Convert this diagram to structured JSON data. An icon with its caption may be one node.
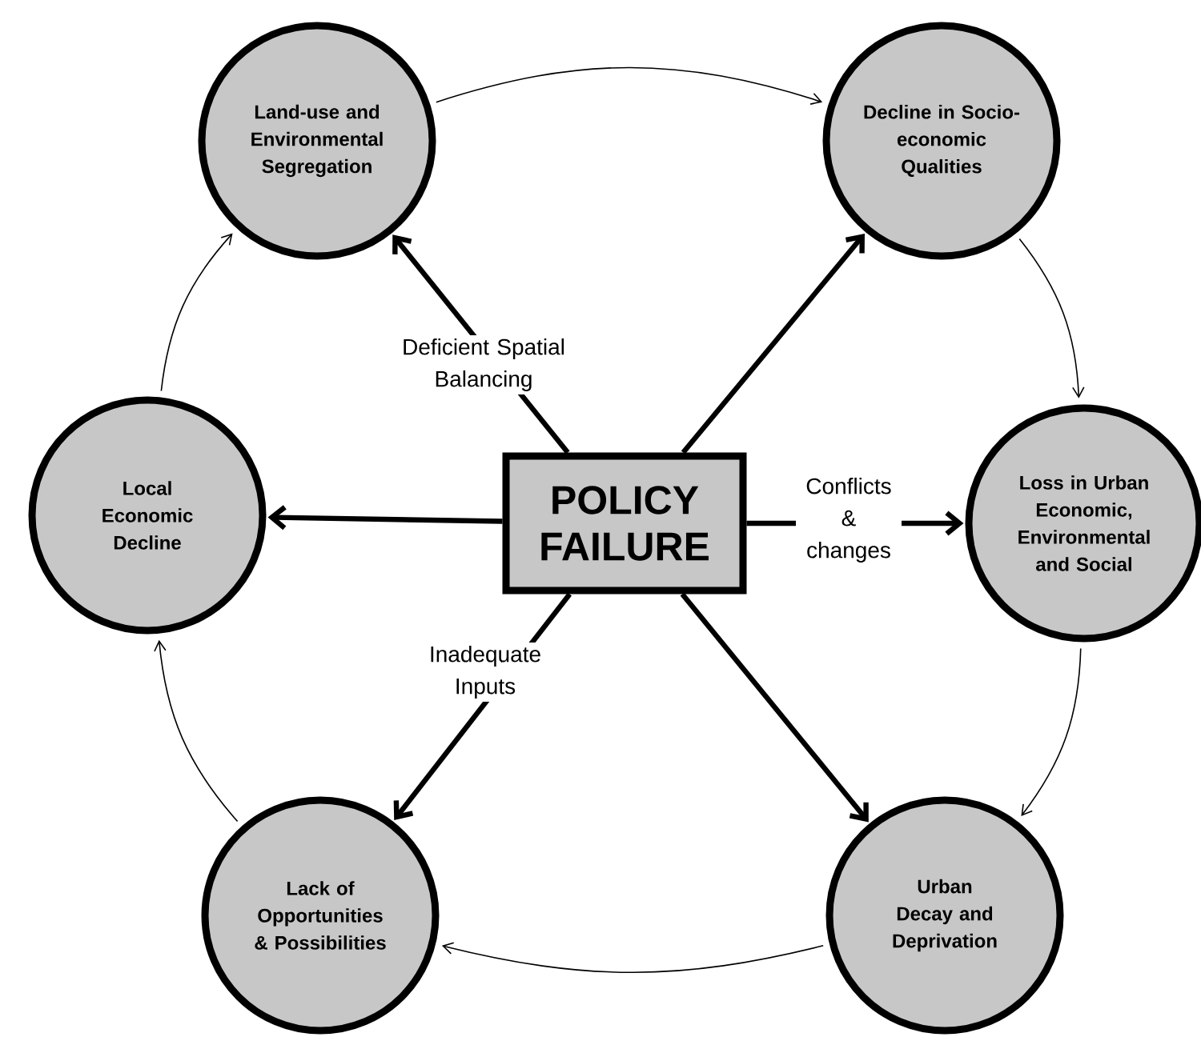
{
  "diagram": {
    "nodes": [
      {
        "text": [
          "Land-use and Environmental Segregation"
        ]
      },
      {
        "text": [
          "Decline in Socio-economic Qualities"
        ]
      },
      {
        "text": [
          "Loss in Urban Economic, Environmental and Social"
        ]
      },
      {
        "text": [
          "Urban Decay and Deprivation"
        ]
      },
      {
        "text": [
          "Lack of Opportunities & Possibilities"
        ]
      },
      {
        "text": [
          "Local Economic Decline"
        ]
      },
      {
        "text": [
          "POLICY FAILURE"
        ]
      }
    ],
    "edges": [
      {
        "from": 6,
        "to": 0,
        "arrow": "to",
        "label": "Deficient Spatial Balancing",
        "style": "thick"
      },
      {
        "from": 6,
        "to": 1,
        "arrow": "to",
        "style": "thick"
      },
      {
        "from": 6,
        "to": 2,
        "arrow": "to",
        "label": "Conflicts & changes",
        "style": "thick"
      },
      {
        "from": 6,
        "to": 3,
        "arrow": "to",
        "style": "thick"
      },
      {
        "from": 6,
        "to": 4,
        "arrow": "to",
        "label": "Inadequate Inputs",
        "style": "thick"
      },
      {
        "from": 6,
        "to": 5,
        "arrow": "to",
        "style": "thick"
      },
      {
        "from": 0,
        "to": 1,
        "arrow": "to"
      },
      {
        "from": 1,
        "to": 2,
        "arrow": "to"
      },
      {
        "from": 2,
        "to": 3,
        "arrow": "to"
      },
      {
        "from": 3,
        "to": 4,
        "arrow": "to"
      },
      {
        "from": 4,
        "to": 5,
        "arrow": "to"
      },
      {
        "from": 5,
        "to": 0,
        "arrow": "to"
      }
    ]
  }
}
